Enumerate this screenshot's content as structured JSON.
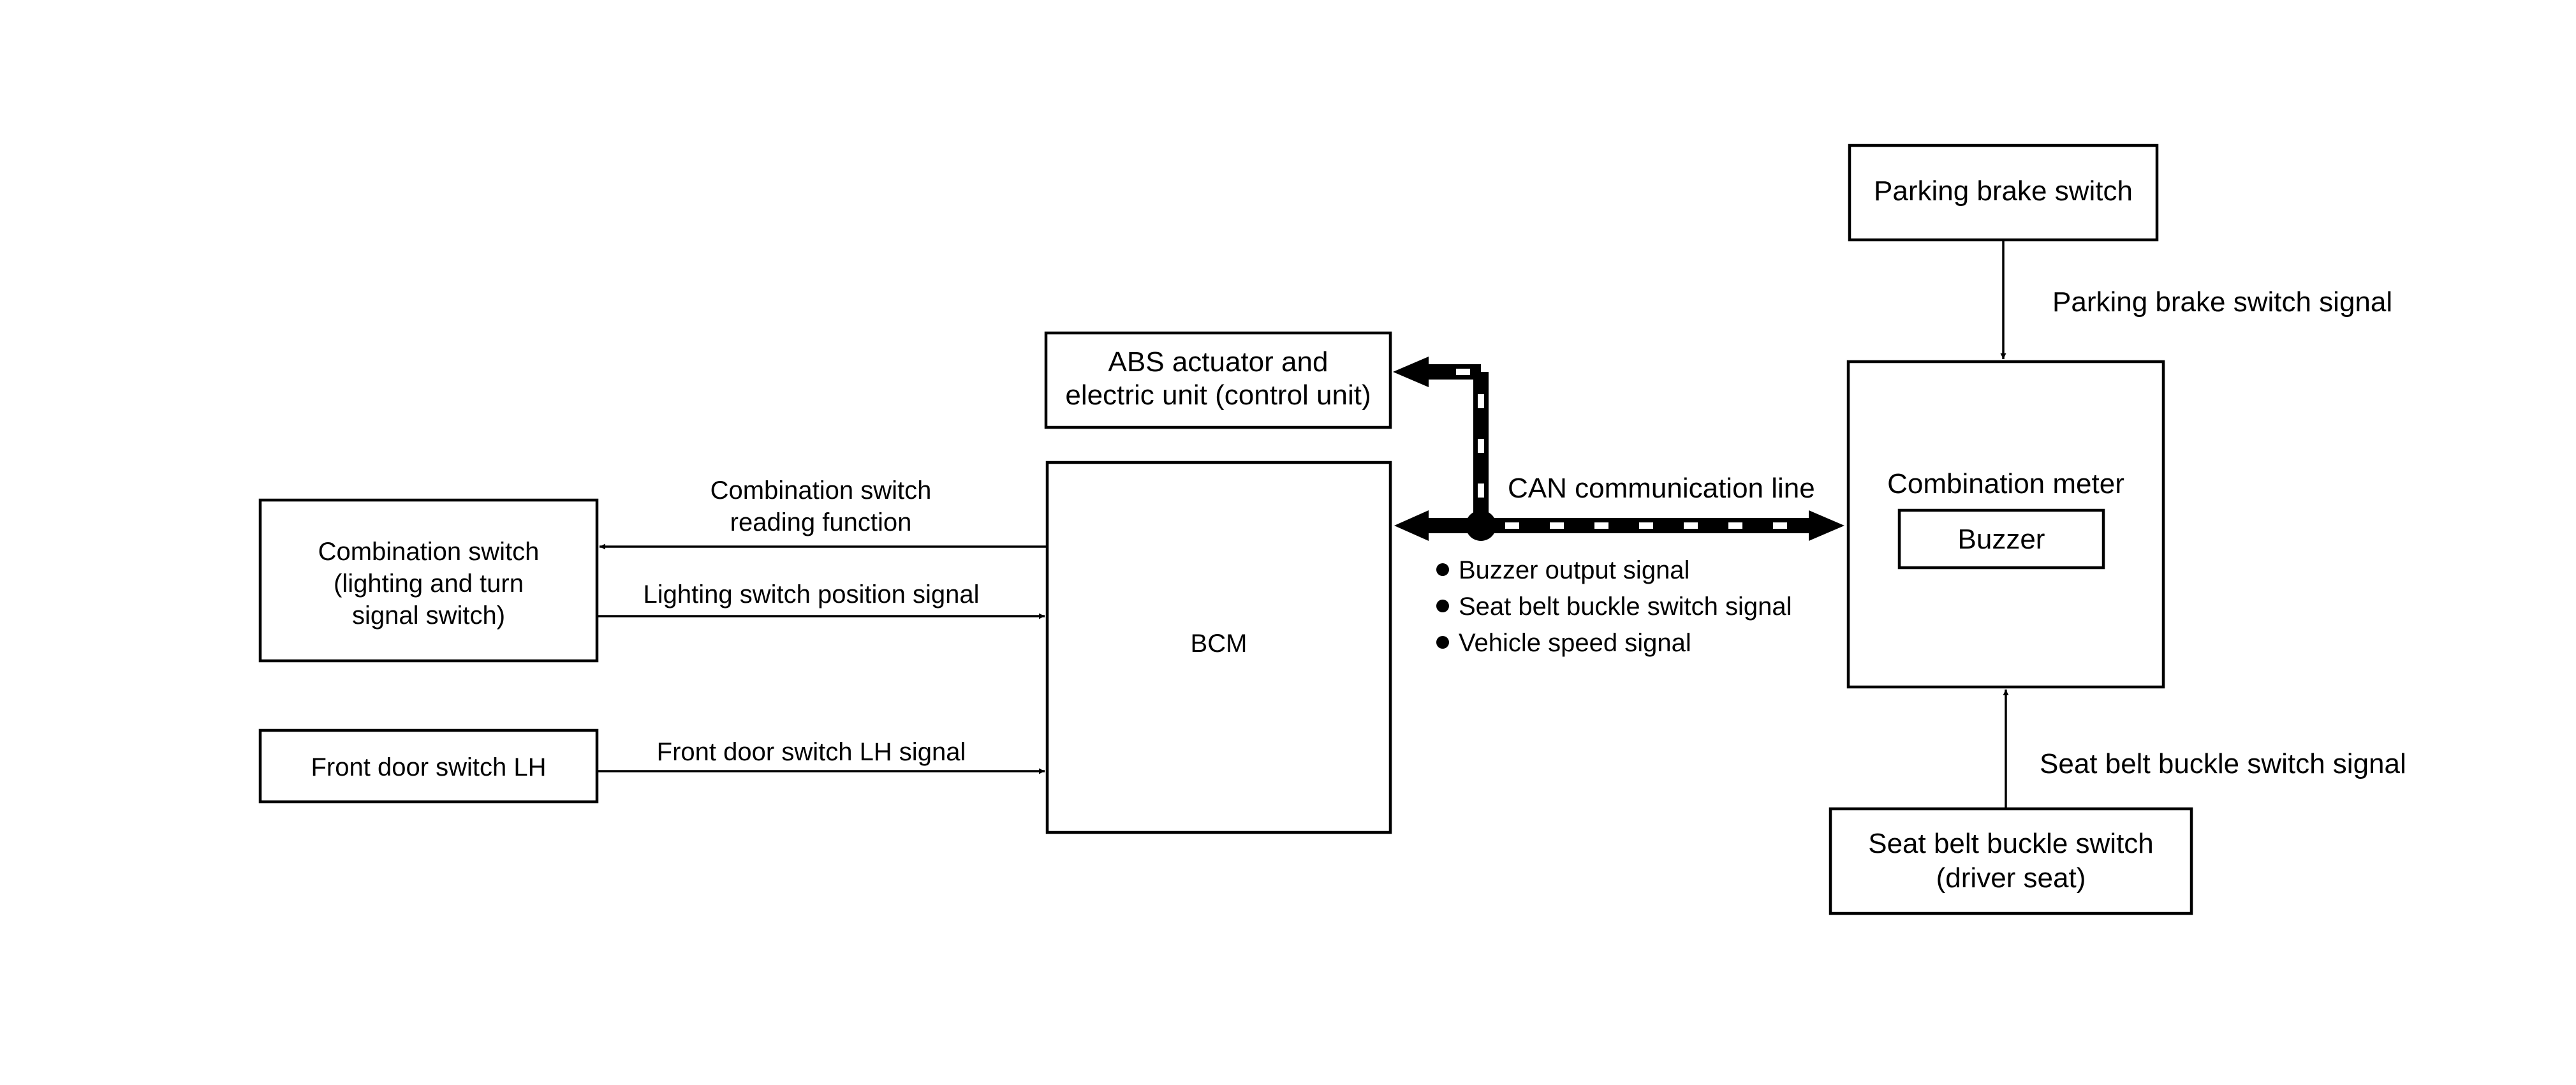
{
  "nodes": {
    "parking_brake_switch": "Parking brake switch",
    "abs_unit": [
      "ABS actuator and",
      "electric unit (control unit)"
    ],
    "combination_switch": [
      "Combination switch",
      "(lighting and turn",
      "signal switch)"
    ],
    "front_door_switch": "Front door switch LH",
    "bcm": "BCM",
    "combination_meter": "Combination meter",
    "buzzer": "Buzzer",
    "seat_belt_switch": [
      "Seat belt buckle switch",
      "(driver seat)"
    ]
  },
  "signals": {
    "parking_brake_signal": "Parking brake switch signal",
    "can_line": "CAN communication line",
    "comb_switch_reading": [
      "Combination switch",
      "reading function"
    ],
    "lighting_position": "Lighting switch position signal",
    "front_door_signal": "Front door switch LH signal",
    "seat_belt_signal": "Seat belt buckle switch signal",
    "can_items": [
      "Buzzer output signal",
      "Seat belt buckle switch signal",
      "Vehicle speed signal"
    ]
  },
  "colors": {
    "line": "#000000",
    "background": "#ffffff"
  }
}
